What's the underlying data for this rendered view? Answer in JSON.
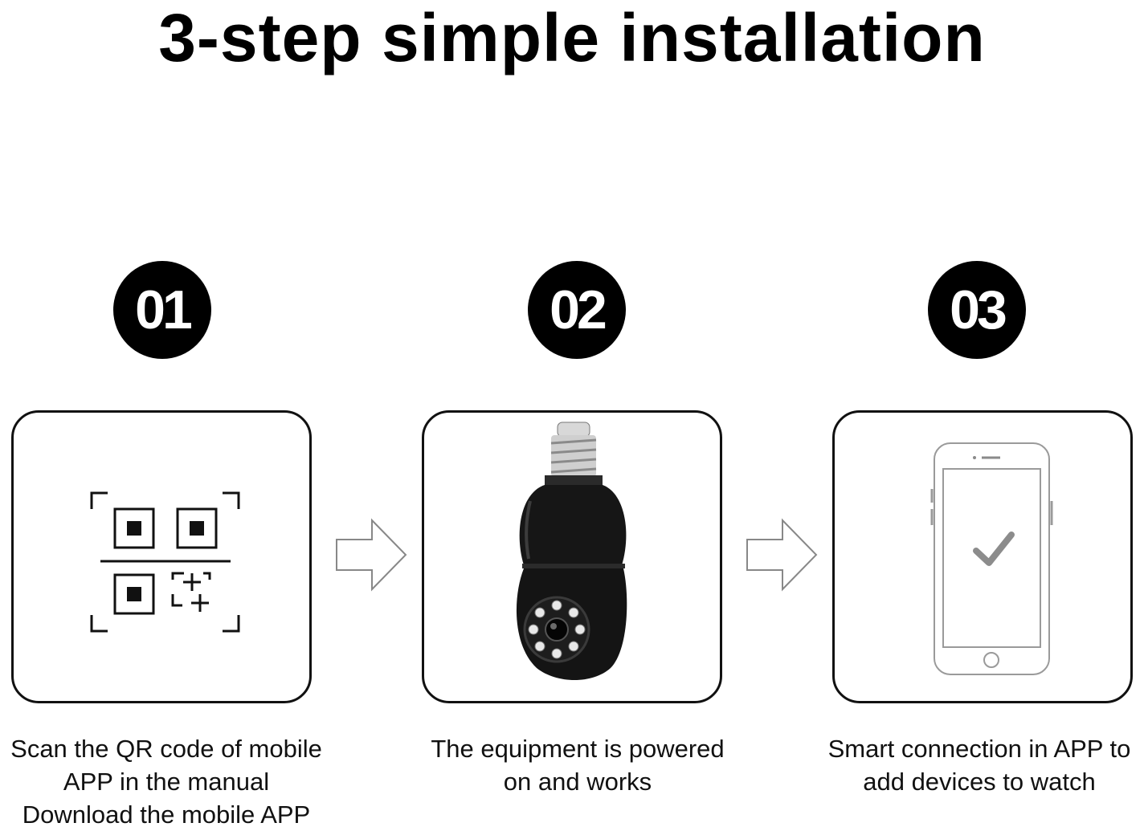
{
  "title": "3-step simple installation",
  "steps": [
    {
      "number": "01",
      "icon": "qr-code-icon",
      "caption_lines": [
        "Scan the QR code of mobile",
        "APP in the manual",
        "Download the mobile APP"
      ]
    },
    {
      "number": "02",
      "icon": "bulb-camera-image",
      "caption_lines": [
        "The equipment is powered",
        "on and works"
      ]
    },
    {
      "number": "03",
      "icon": "phone-checkmark-icon",
      "caption_lines": [
        "Smart connection in APP to",
        "add devices to watch"
      ]
    }
  ],
  "colors": {
    "text": "#000000",
    "badge_bg": "#000000",
    "badge_text": "#ffffff",
    "camera_body": "#141414",
    "outline": "#9a9a9a"
  }
}
